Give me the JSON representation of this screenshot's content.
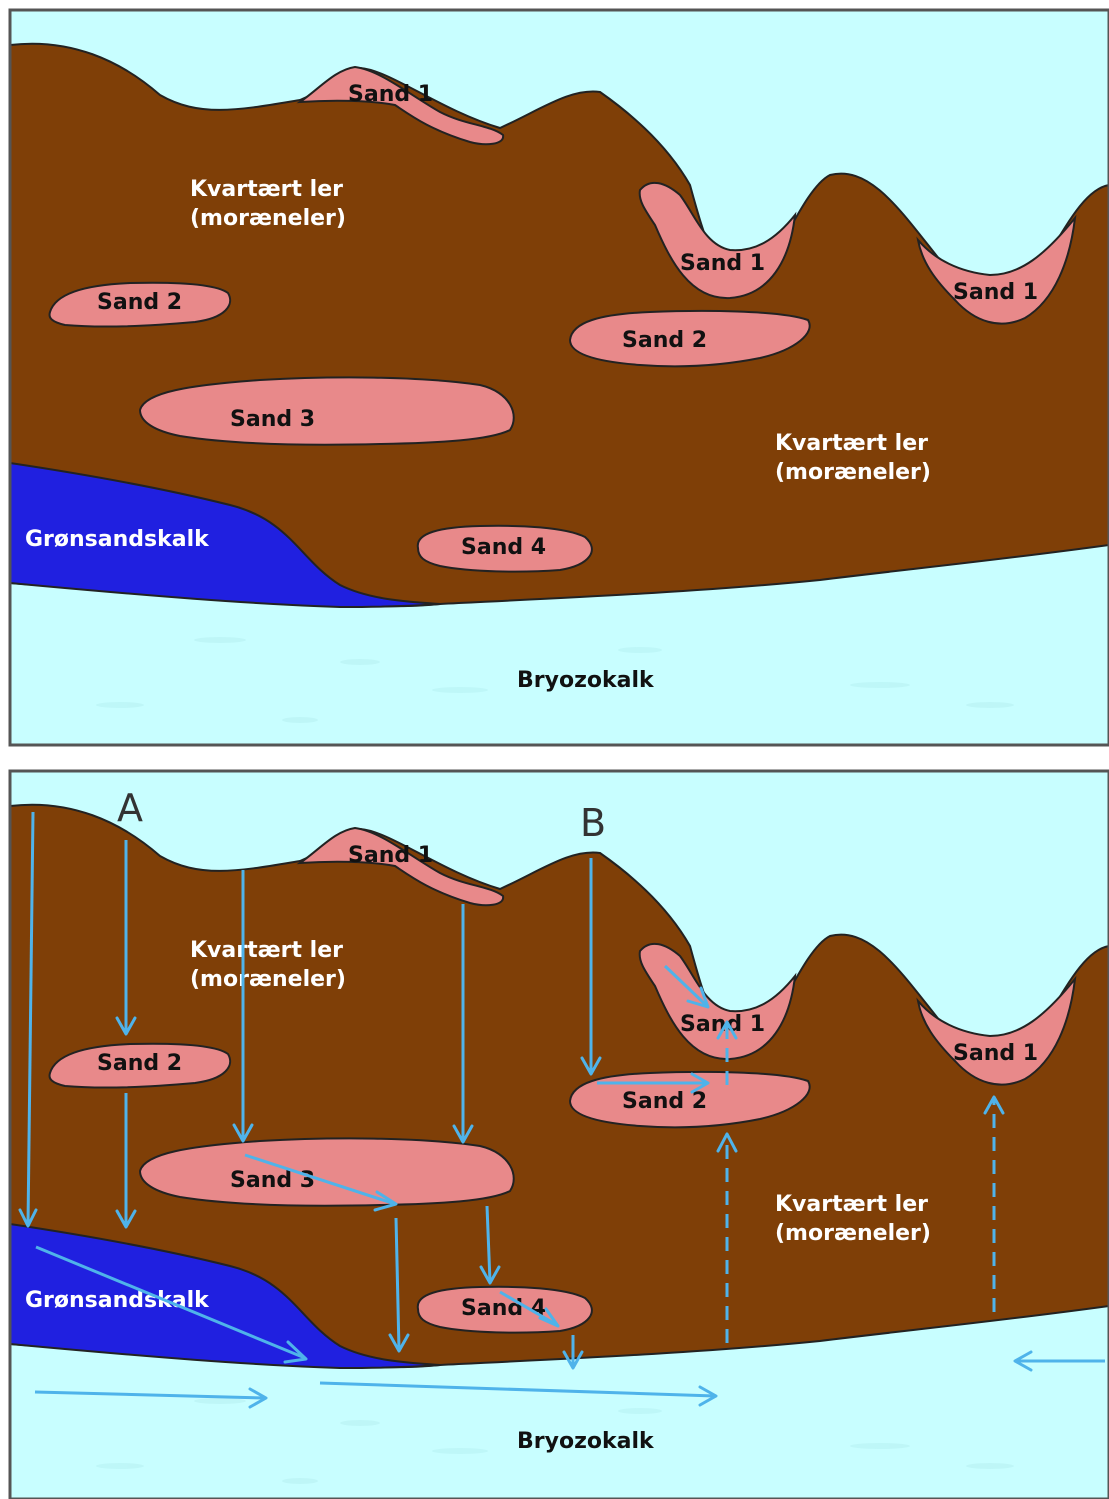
{
  "colors": {
    "clay": "#7f3f07",
    "sand": "#e8898a",
    "greensand": "#2020e0",
    "bryozo": "#c8feff",
    "arrow": "#4fb3ea",
    "frame": "#555555"
  },
  "top_panel": {
    "labels": {
      "sand1_a": "Sand 1",
      "sand1_b": "Sand 1",
      "sand1_c": "Sand 1",
      "sand2_a": "Sand 2",
      "sand2_b": "Sand 2",
      "sand3": "Sand 3",
      "sand4": "Sand 4",
      "clay_a_line1": "Kvartært ler",
      "clay_a_line2": "(moræneler)",
      "clay_b_line1": "Kvartært ler",
      "clay_b_line2": "(moræneler)",
      "greensand": "Grønsandskalk",
      "bryozo": "Bryozokalk"
    }
  },
  "bottom_panel": {
    "point_a": "A",
    "point_b": "B",
    "labels": {
      "sand1_a": "Sand 1",
      "sand1_b": "Sand 1",
      "sand1_c": "Sand 1",
      "sand2_a": "Sand 2",
      "sand2_b": "Sand 2",
      "sand3": "Sand 3",
      "sand4": "Sand 4",
      "clay_a_line1": "Kvartært ler",
      "clay_a_line2": "(moræneler)",
      "clay_b_line1": "Kvartært ler",
      "clay_b_line2": "(moræneler)",
      "greensand": "Grønsandskalk",
      "bryozo": "Bryozokalk"
    }
  }
}
